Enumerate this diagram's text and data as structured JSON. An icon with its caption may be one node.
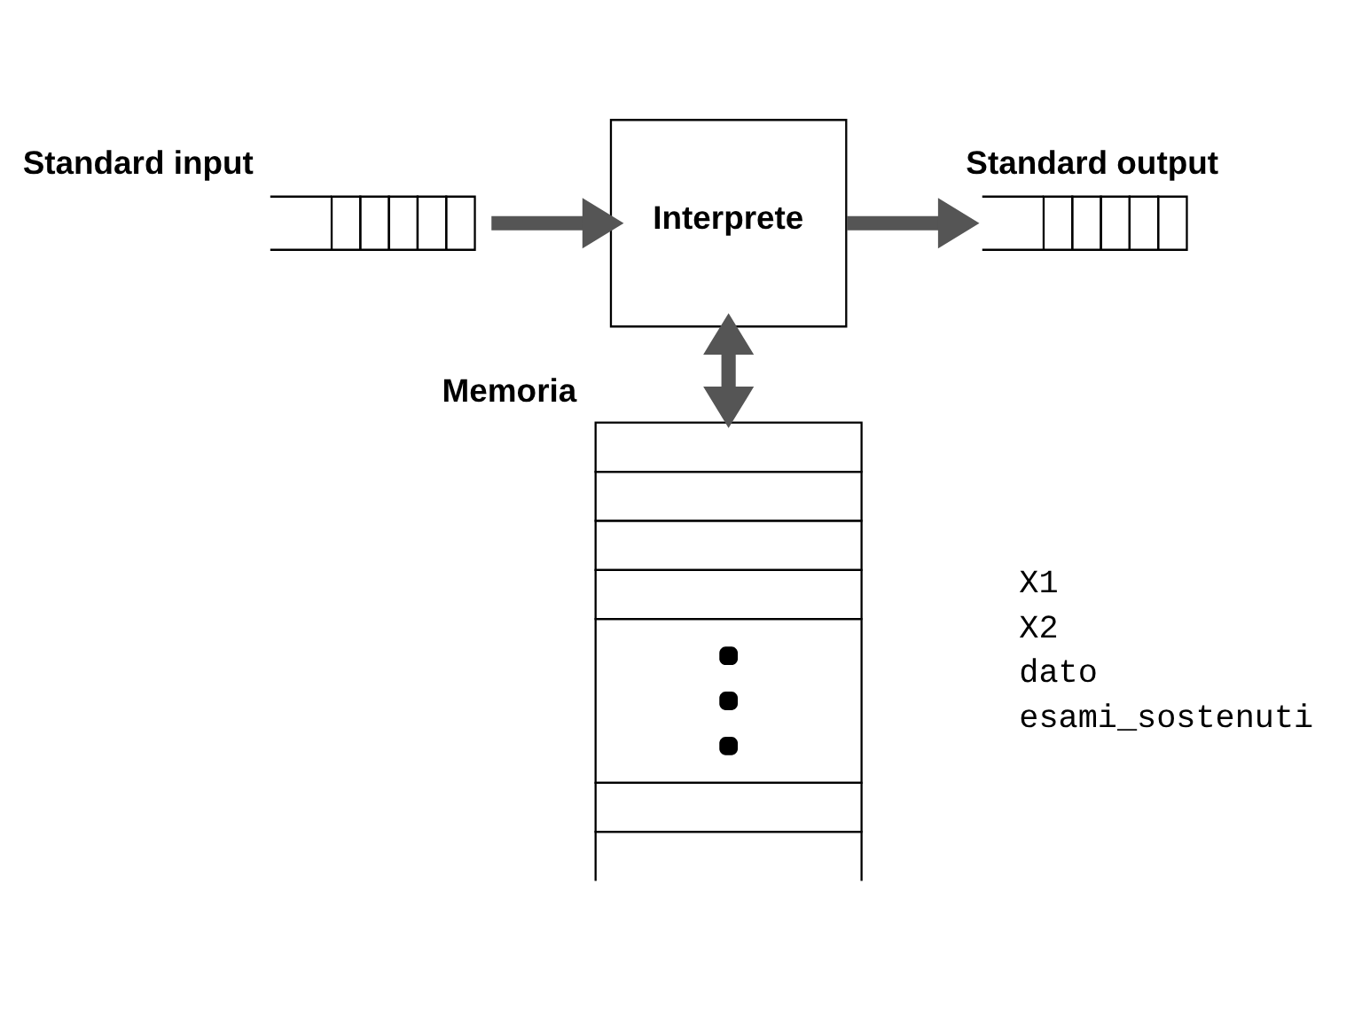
{
  "diagram": {
    "nodes": [
      {
        "text": [],
        "shape": "box",
        "beside": [
          "Standard input"
        ]
      },
      {
        "text": [
          "Interprete"
        ]
      },
      {
        "text": [],
        "shape": "box",
        "beside": [
          "Standard output"
        ]
      },
      {
        "text": [],
        "shape": "box",
        "beside": [
          "Memoria"
        ]
      }
    ],
    "edges": [
      {
        "from": 0,
        "to": 1,
        "arrow": "to"
      },
      {
        "from": 1,
        "to": 2,
        "arrow": "to"
      },
      {
        "from": 1,
        "to": 3,
        "arrow": "both"
      }
    ],
    "labels": [
      "X1",
      "X2",
      "dato",
      "esami_sostenuti"
    ]
  }
}
